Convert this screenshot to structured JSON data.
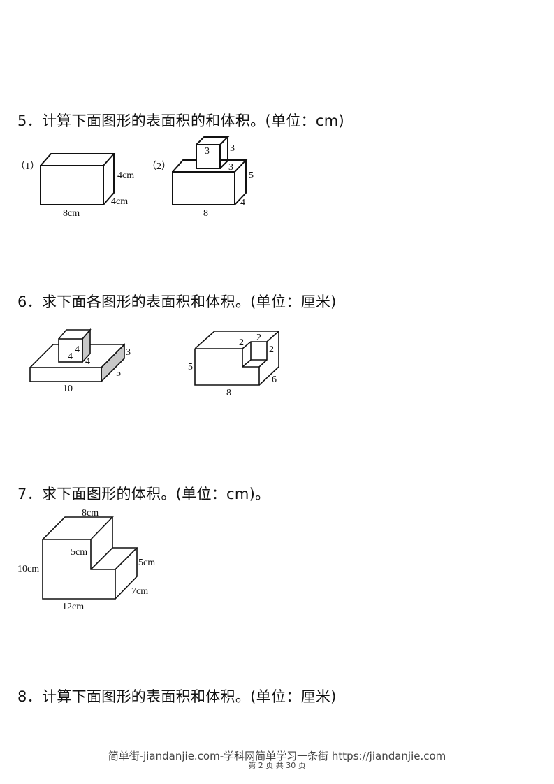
{
  "questions": [
    {
      "number": "5.",
      "title": "5．计算下面图形的表面积的和体积。(单位：cm)",
      "figures": [
        {
          "label": "（1）",
          "shape": "cuboid",
          "dimensions": {
            "length": "8cm",
            "height": "4cm",
            "width": "4cm"
          }
        },
        {
          "label": "（2）",
          "shape": "cube-on-cuboid",
          "dimensions": {
            "base_length": "8",
            "base_height": "5",
            "base_width": "4",
            "cube_edge_front": "3",
            "cube_edge_right": "3",
            "cube_edge_depth": "3"
          }
        }
      ]
    },
    {
      "number": "6.",
      "title": "6．求下面各图形的表面积和体积。(单位：厘米)",
      "figures": [
        {
          "shape": "cube-on-slab",
          "dimensions": {
            "slab_length": "10",
            "slab_width": "5",
            "slab_height": "3",
            "cube_a": "4",
            "cube_b": "4",
            "cube_c": "4"
          }
        },
        {
          "shape": "cuboid-with-cube-notch",
          "dimensions": {
            "length": "8",
            "height": "5",
            "width": "6",
            "notch_a": "2",
            "notch_b": "2",
            "notch_c": "2"
          }
        }
      ]
    },
    {
      "number": "7.",
      "title": "7．求下面图形的体积。(单位：cm)。",
      "figures": [
        {
          "shape": "stepped-prism",
          "dimensions": {
            "top_length": "8cm",
            "step_drop": "5cm",
            "right_height": "5cm",
            "total_height": "10cm",
            "bottom_length": "12cm",
            "depth": "7cm"
          }
        }
      ]
    },
    {
      "number": "8.",
      "title": "8．计算下面图形的表面积和体积。(单位：厘米)"
    }
  ],
  "footer": {
    "site": "简单街-jiandanjie.com-学科网简单学习一条街 https://jiandanjie.com",
    "page": "第 2 页 共 30 页"
  }
}
